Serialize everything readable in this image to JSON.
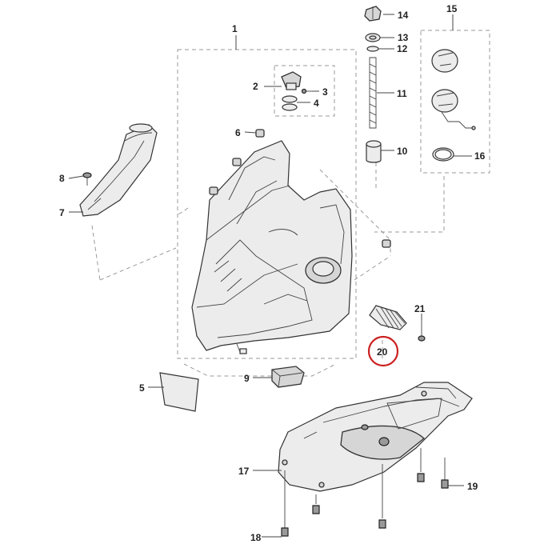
{
  "diagram": {
    "callouts": [
      "1",
      "2",
      "3",
      "4",
      "5",
      "6",
      "7",
      "8",
      "9",
      "10",
      "11",
      "12",
      "13",
      "14",
      "15",
      "16",
      "17",
      "18",
      "19",
      "20",
      "21"
    ],
    "highlight": {
      "label": "20",
      "color": "#cc1f1f"
    }
  }
}
